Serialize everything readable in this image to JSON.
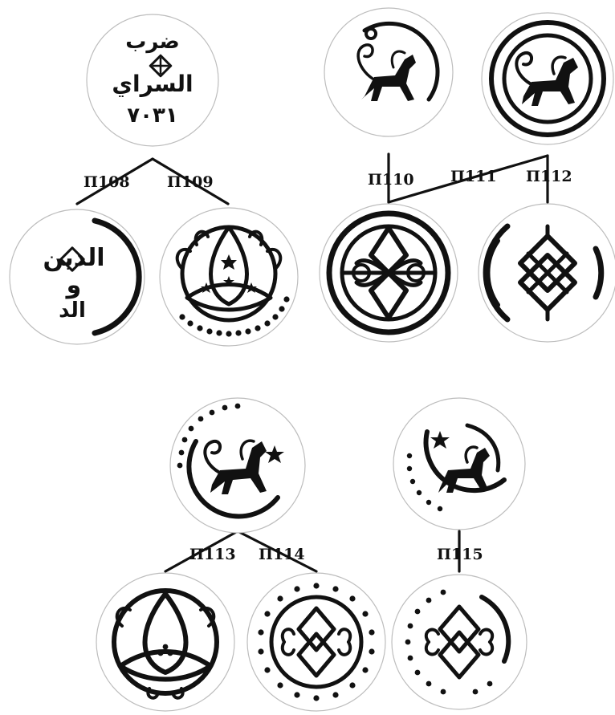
{
  "labels": {
    "p108": "П108",
    "p109": "П109",
    "p110": "П110",
    "p111": "П111",
    "p112": "П112",
    "p113": "П113",
    "p114": "П114",
    "p115": "П115"
  },
  "coins": {
    "a_line1": "ضرب",
    "a_line2": "السراي",
    "a_line3": "٧٠٣١",
    "b_line1": "الدين",
    "b_line2": "و",
    "b_line3": "الد"
  }
}
